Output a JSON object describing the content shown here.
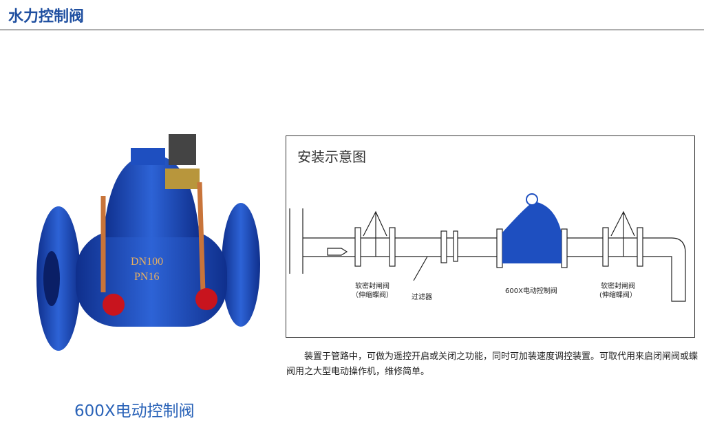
{
  "header": {
    "title": "水力控制阀"
  },
  "product": {
    "caption": "600X电动控制阀",
    "body_marks": [
      "DN100",
      "PN16"
    ]
  },
  "diagram": {
    "title": "安装示意图",
    "labels": {
      "gate_valve_left_1": "软密封闸阀",
      "gate_valve_left_2": "（伸缩蝶阀）",
      "filter": "过滤器",
      "control_valve": "600X电动控制阀",
      "gate_valve_right_1": "软密封闸阀",
      "gate_valve_right_2": "(伸缩蝶阀）"
    }
  },
  "description": "装置于管路中，可做为遥控开启或关闭之功能，同时可加装速度调控装置。可取代用来启闭闸阀或蝶阀用之大型电动操作机，维修简单。",
  "colors": {
    "brand": "#1f4fa0",
    "valve_blue": "#1e4fc0",
    "handwheel_red": "#c8141e"
  }
}
